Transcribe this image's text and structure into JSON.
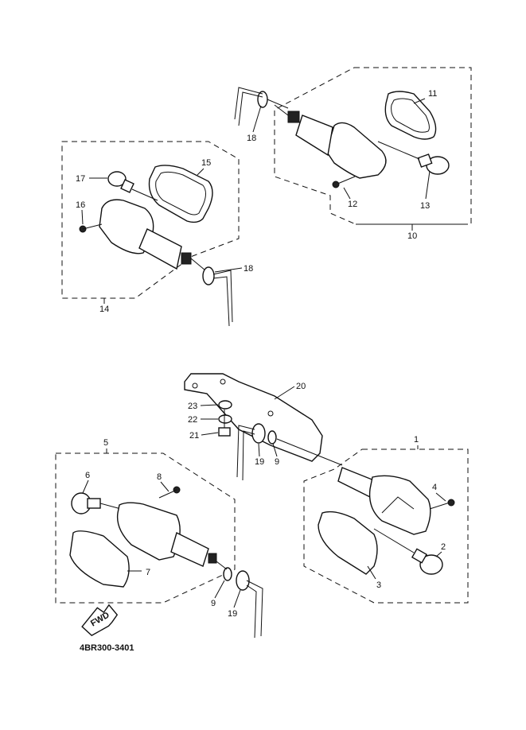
{
  "diagram": {
    "drawing_code": "4BR300-3401",
    "fwd_label": "FWD",
    "callouts": {
      "c1": "1",
      "c2": "2",
      "c3": "3",
      "c4": "4",
      "c5": "5",
      "c6": "6",
      "c7": "7",
      "c8": "8",
      "c9a": "9",
      "c9b": "9",
      "c10": "10",
      "c11": "11",
      "c12": "12",
      "c13": "13",
      "c14": "14",
      "c15": "15",
      "c16": "16",
      "c17": "17",
      "c18a": "18",
      "c18b": "18",
      "c19a": "19",
      "c19b": "19",
      "c20": "20",
      "c21": "21",
      "c22": "22",
      "c23": "23"
    }
  }
}
